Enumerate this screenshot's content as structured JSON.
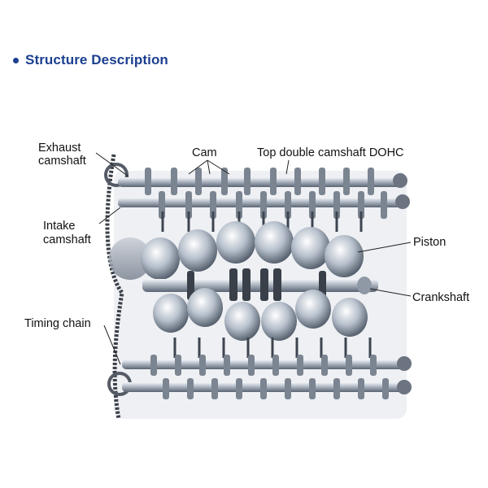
{
  "header": {
    "title": "Structure Description",
    "accent_color": "#1b3f8f"
  },
  "diagram": {
    "labels": {
      "exhaust_camshaft_line1": "Exhaust",
      "exhaust_camshaft_line2": "camshaft",
      "cam": "Cam",
      "dohc": "Top double camshaft DOHC",
      "intake_camshaft_line1": "Intake",
      "intake_camshaft_line2": "camshaft",
      "piston": "Piston",
      "crankshaft": "Crankshaft",
      "timing_chain": "Timing chain"
    }
  }
}
